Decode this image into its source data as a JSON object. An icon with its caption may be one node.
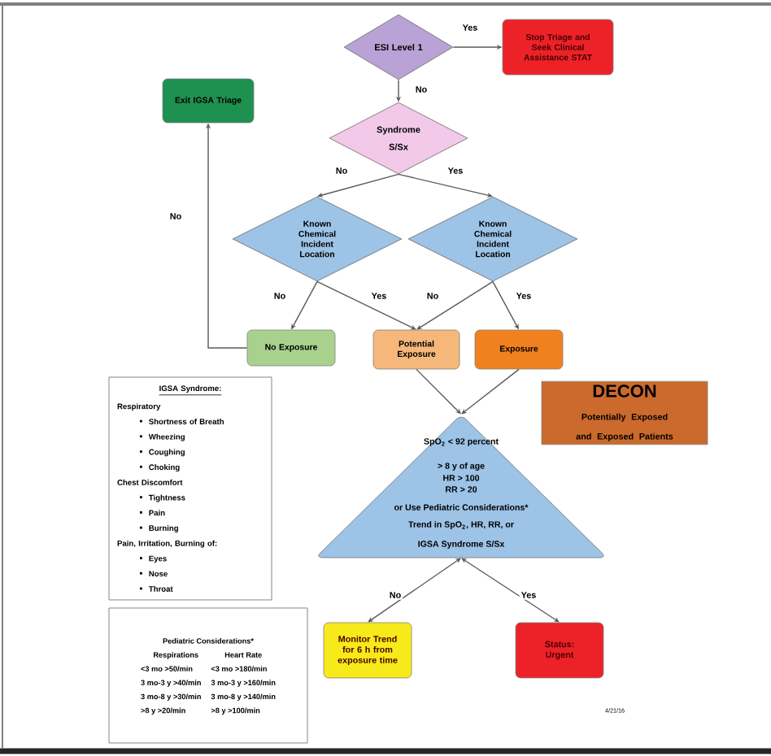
{
  "diagram": {
    "nodes": [
      {
        "text": [
          "ESI Level 1"
        ]
      },
      {
        "text": [
          "Stop Triage and Seek Clinical Assistance STAT"
        ]
      },
      {
        "text": [
          "Exit IGSA Triage"
        ]
      },
      {
        "text": [
          "Syndrome",
          "S/Sx"
        ]
      },
      {
        "text": [
          "Known Chemical Incident Location"
        ]
      },
      {
        "text": [
          "Known Chemical Incident Location"
        ]
      },
      {
        "text": [
          "No Exposure"
        ]
      },
      {
        "text": [
          "Potential Exposure"
        ]
      },
      {
        "text": [
          "Exposure"
        ]
      },
      {
        "text": [
          "DECON",
          "Potentially Exposed and Exposed Patients"
        ]
      },
      {
        "text": [
          "SpO$_{2}$ < 92 percent",
          "> 8 y of age",
          "HR > 100",
          "RR > 20",
          "or Use Pediatric Considerations*",
          "Trend in SpO$_{2}$, HR, RR, or",
          "IGSA Syndrome S/Sx"
        ]
      },
      {
        "text": [
          "IGSA Syndrome:",
          "Respiratory",
          "Shortness of Breath",
          "Wheezing",
          "Coughing",
          "Choking",
          "Chest Discomfort",
          "Tightness",
          "Pain",
          "Burning",
          "Pain, Irritation, Burning of:",
          "Eyes",
          "Nose",
          "Throat"
        ]
      },
      {
        "text": [
          "Pediatric Considerations*",
          "Respirations",
          "Heart Rate",
          "<3 mo >50/min",
          "<3 mo >180/min",
          "3 mo-3 y >40/min",
          "3 mo-3 y >160/min",
          "3 mo-8 y >30/min",
          "3 mo-8 y >140/min",
          ">8 y >20/min",
          ">8 y >100/min"
        ]
      },
      {
        "text": [
          "Monitor Trend for 6 h from exposure time"
        ]
      },
      {
        "text": [
          "Status: Urgent"
        ]
      }
    ],
    "edges": [
      {
        "from": 0,
        "to": 1,
        "arrow": "to",
        "label": "Yes"
      },
      {
        "from": 0,
        "to": 3,
        "arrow": "to",
        "label": "No"
      },
      {
        "from": 3,
        "to": 4,
        "arrow": "to",
        "label": "No"
      },
      {
        "from": 3,
        "to": 5,
        "arrow": "to",
        "label": "Yes"
      },
      {
        "from": 4,
        "to": 6,
        "arrow": "to",
        "label": "No"
      },
      {
        "from": 4,
        "to": 7,
        "arrow": "to",
        "label": "Yes"
      },
      {
        "from": 5,
        "to": 7,
        "arrow": "to",
        "label": "No"
      },
      {
        "from": 5,
        "to": 8,
        "arrow": "to",
        "label": "Yes"
      },
      {
        "from": 6,
        "to": 2,
        "arrow": "to",
        "label": "No"
      },
      {
        "from": 7,
        "to": 10,
        "arrow": "to"
      },
      {
        "from": 8,
        "to": 10,
        "arrow": "to"
      },
      {
        "from": 10,
        "to": 13,
        "arrow": "both",
        "label": "No"
      },
      {
        "from": 10,
        "to": 14,
        "arrow": "both",
        "label": "Yes"
      }
    ],
    "labels": [
      "4/21/16"
    ]
  }
}
